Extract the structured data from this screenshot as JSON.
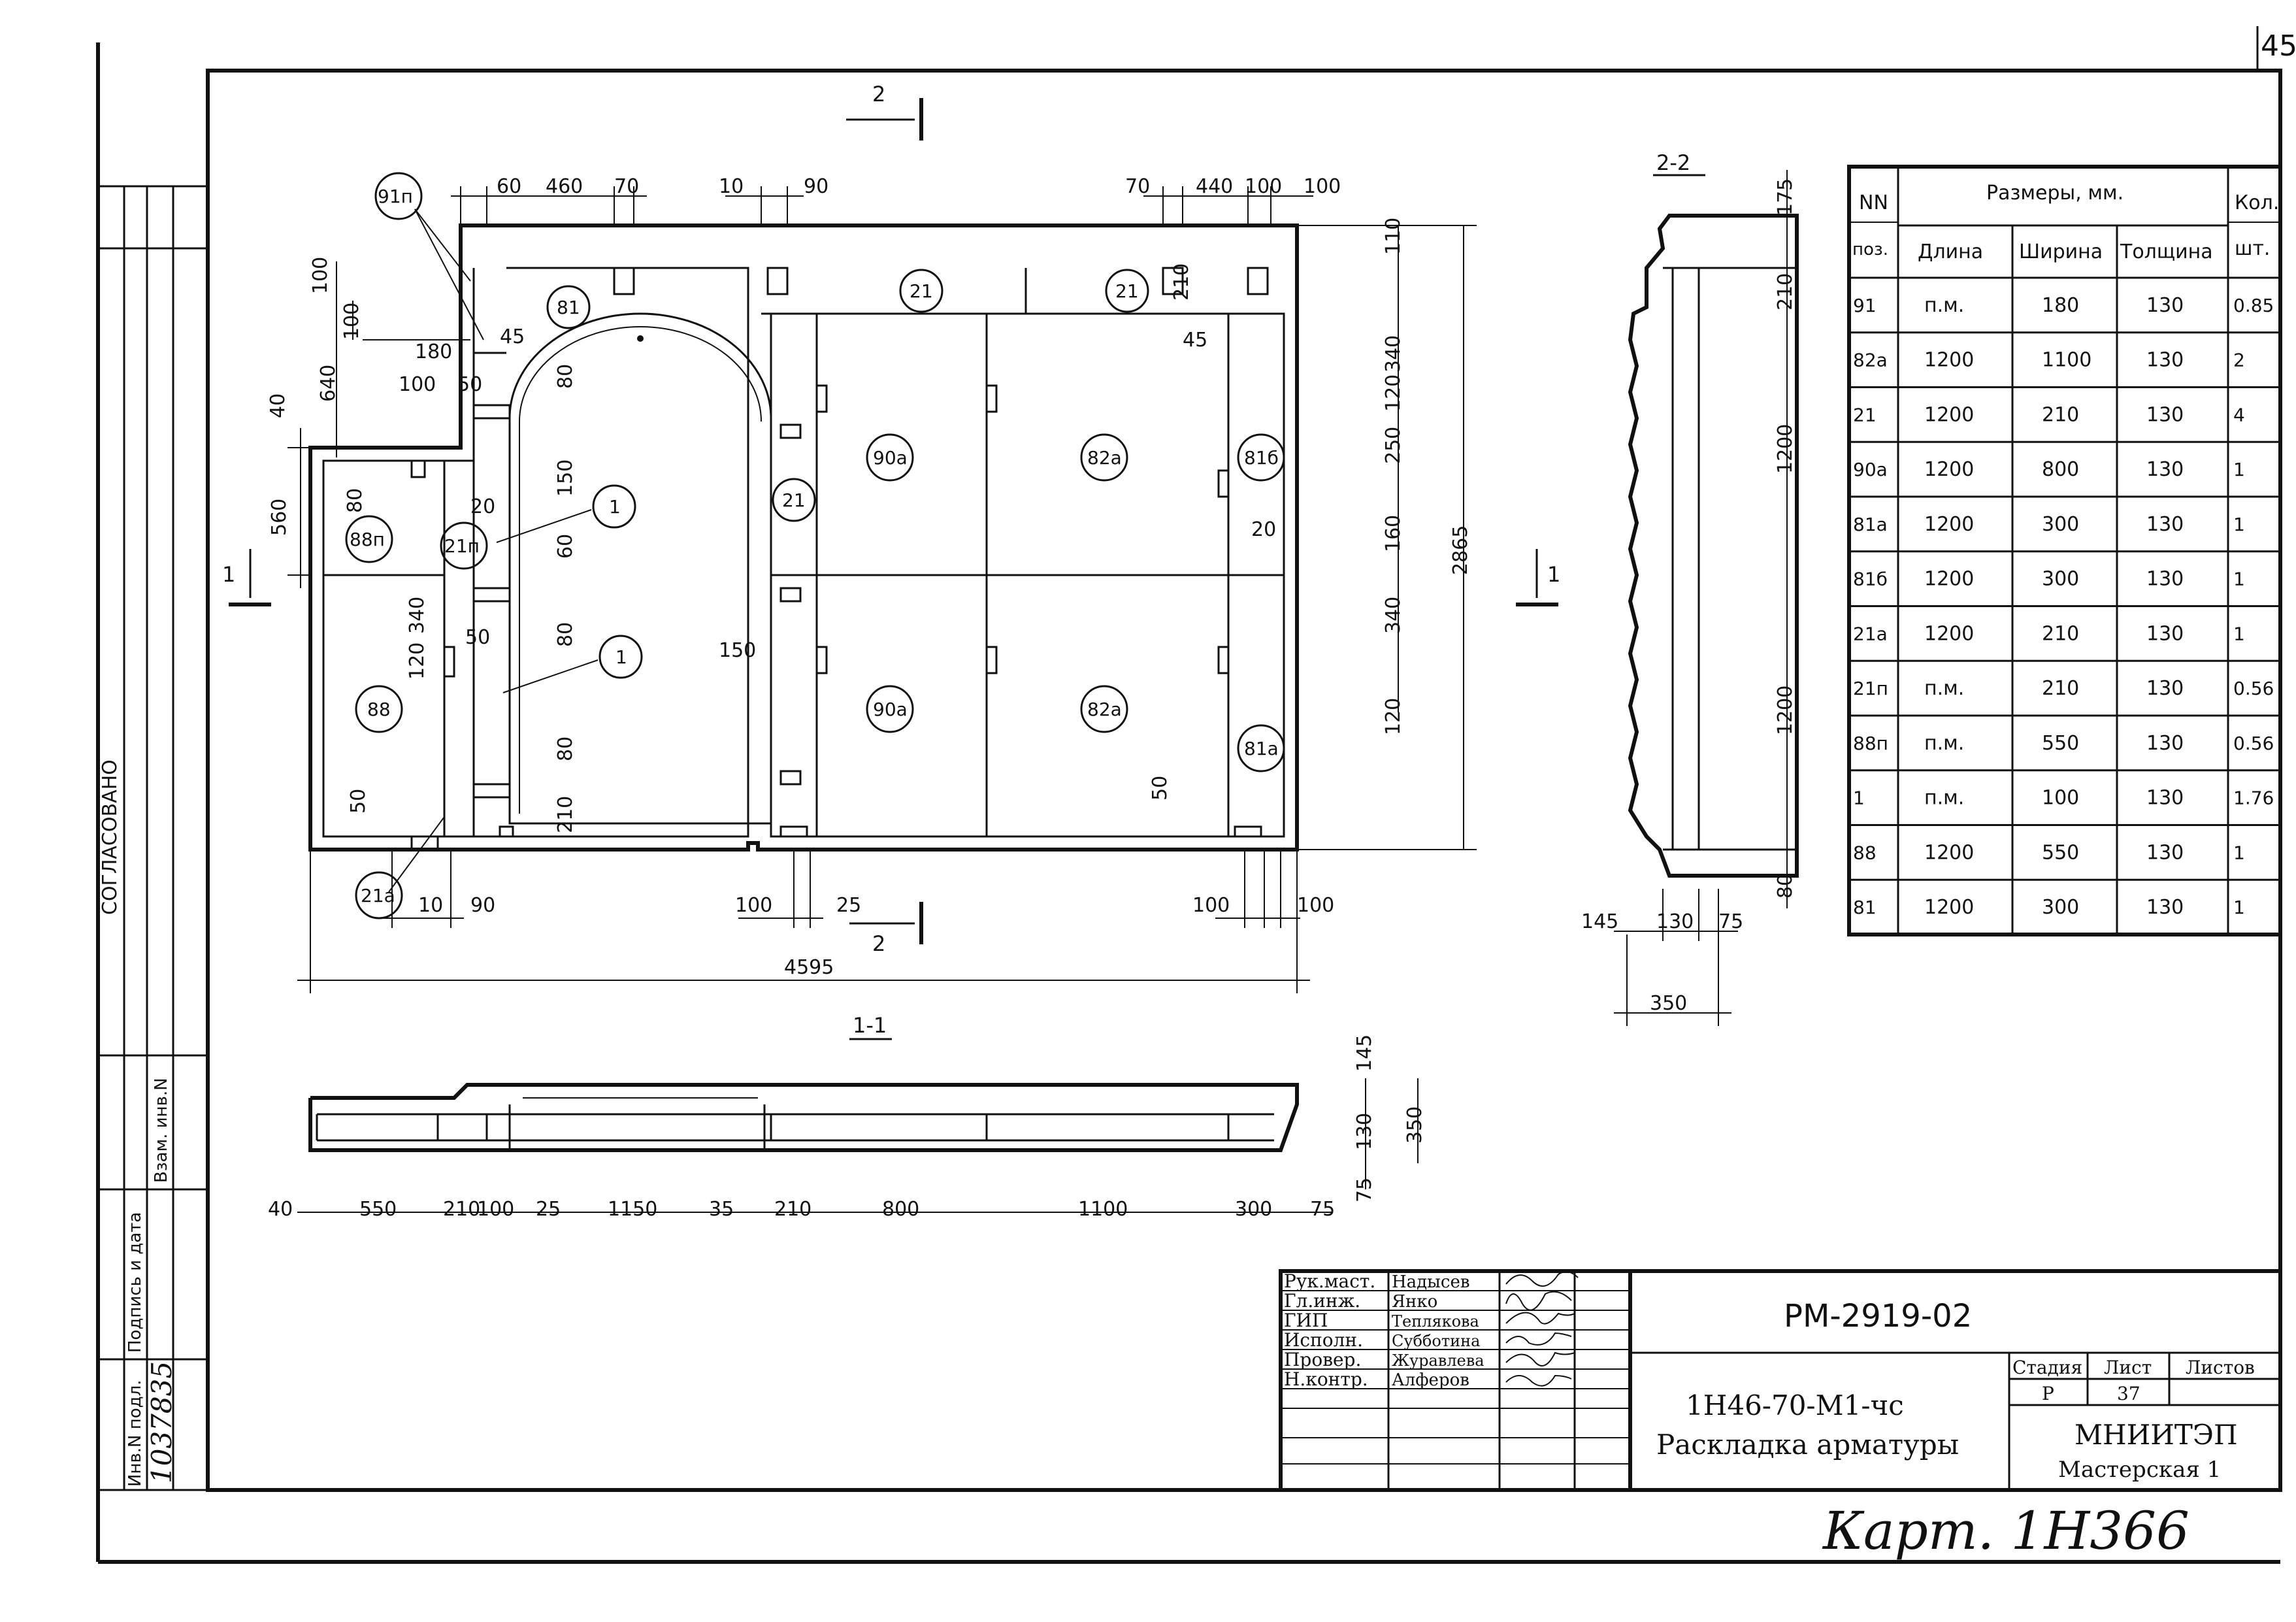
{
  "page": {
    "number": "45"
  },
  "margin": {
    "agreed": "СОГЛАСОВАНО",
    "inv_orig": "Инв.N подл.",
    "sign_date": "Подпись и дата",
    "inv_repl": "Взам. инв.N",
    "inv_value": "1037835"
  },
  "plan": {
    "dims_top": [
      "60",
      "460",
      "70",
      "10",
      "90",
      "70",
      "440",
      "100",
      "100"
    ],
    "dims_left": [
      "100",
      "100",
      "180",
      "45",
      "640",
      "40",
      "100",
      "50",
      "560",
      "80",
      "20",
      "340",
      "120",
      "50",
      "50",
      "10",
      "90"
    ],
    "dims_mid": [
      "80",
      "150",
      "60",
      "80",
      "80",
      "210",
      "150"
    ],
    "dims_right": [
      "110",
      "210",
      "340",
      "120",
      "250",
      "160",
      "340",
      "120",
      "2865",
      "45",
      "20",
      "50"
    ],
    "dims_bottom": [
      "100",
      "25",
      "100",
      "100",
      "4595"
    ],
    "positions": [
      "91п",
      "81",
      "21",
      "21",
      "90а",
      "82а",
      "81б",
      "21",
      "90а",
      "82а",
      "81а",
      "88п",
      "21п",
      "1",
      "1",
      "88",
      "21а"
    ],
    "cut_marks": {
      "two_top": "2",
      "two_bot": "2",
      "one_left": "1",
      "one_right": "1"
    }
  },
  "section11": {
    "label": "1-1",
    "dims": [
      "40",
      "550",
      "210",
      "100",
      "25",
      "1150",
      "35",
      "210",
      "800",
      "1100",
      "300",
      "75"
    ],
    "dims_right": [
      "145",
      "130",
      "75",
      "350"
    ]
  },
  "section22": {
    "label": "2-2",
    "dims": [
      "175",
      "210",
      "1200",
      "1200",
      "80",
      "145",
      "130",
      "75",
      "350"
    ]
  },
  "spec_table": {
    "headers": {
      "nn": "NN",
      "pos": "поз.",
      "sizes": "Размеры, мм.",
      "length": "Длина",
      "width": "Ширина",
      "thickness": "Толщина",
      "qty": "Кол.",
      "qty_unit": "шт."
    },
    "rows": [
      [
        "91",
        "п.м.",
        "180",
        "130",
        "0.85"
      ],
      [
        "82а",
        "1200",
        "1100",
        "130",
        "2"
      ],
      [
        "21",
        "1200",
        "210",
        "130",
        "4"
      ],
      [
        "90а",
        "1200",
        "800",
        "130",
        "1"
      ],
      [
        "81а",
        "1200",
        "300",
        "130",
        "1"
      ],
      [
        "81б",
        "1200",
        "300",
        "130",
        "1"
      ],
      [
        "21а",
        "1200",
        "210",
        "130",
        "1"
      ],
      [
        "21п",
        "п.м.",
        "210",
        "130",
        "0.56"
      ],
      [
        "88п",
        "п.м.",
        "550",
        "130",
        "0.56"
      ],
      [
        "1",
        "п.м.",
        "100",
        "130",
        "1.76"
      ],
      [
        "88",
        "1200",
        "550",
        "130",
        "1"
      ],
      [
        "81",
        "1200",
        "300",
        "130",
        "1"
      ]
    ]
  },
  "title_block": {
    "roles": [
      "Рук.маст.",
      "Гл.инж.",
      "ГИП",
      "Исполн.",
      "Провер.",
      "Н.контр."
    ],
    "names": [
      "Надысев",
      "Янко",
      "Теплякова",
      "Субботина",
      "Журавлева",
      "Алферов"
    ],
    "doc_code": "РМ-2919-02",
    "product": "1Н46-70-М1-чс",
    "title": "Раскладка арматуры",
    "stage_label": "Стадия",
    "sheet_label": "Лист",
    "sheets_label": "Листов",
    "stage": "Р",
    "sheet": "37",
    "org": "МНИИТЭП",
    "dept": "Мастерская 1"
  },
  "handwritten": "Карт. 1Н366"
}
